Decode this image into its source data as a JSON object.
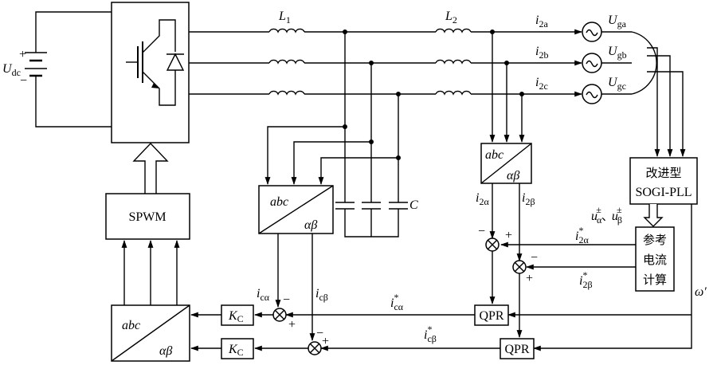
{
  "diagram": {
    "dc_source": {
      "main": "U",
      "sub": "dc",
      "plus": "+",
      "minus": "−"
    },
    "inductor_L1": {
      "main": "L",
      "sub": "1"
    },
    "inductor_L2": {
      "main": "L",
      "sub": "2"
    },
    "capacitor": "C",
    "grid_currents": [
      {
        "main": "i",
        "sub": "2a"
      },
      {
        "main": "i",
        "sub": "2b"
      },
      {
        "main": "i",
        "sub": "2c"
      }
    ],
    "grid_voltages": [
      {
        "main": "U",
        "sub": "ga"
      },
      {
        "main": "U",
        "sub": "gb"
      },
      {
        "main": "U",
        "sub": "gc"
      }
    ],
    "spwm": "SPWM",
    "pll": {
      "line1": "改进型",
      "line2": "SOGI-PLL"
    },
    "ref_calc": {
      "line1": "参考",
      "line2": "电流",
      "line3": "计算"
    },
    "transform": {
      "from": "abc",
      "to": "αβ"
    },
    "i2_alpha": {
      "main": "i",
      "sub": "2α"
    },
    "i2_beta": {
      "main": "i",
      "sub": "2β"
    },
    "ic_alpha": {
      "main": "i",
      "sub": "cα"
    },
    "ic_beta": {
      "main": "i",
      "sub": "cβ"
    },
    "i2_alpha_ref": {
      "main": "i",
      "sup": "*",
      "sub": "2α"
    },
    "i2_beta_ref": {
      "main": "i",
      "sup": "*",
      "sub": "2β"
    },
    "ic_alpha_ref": {
      "main": "i",
      "sup": "*",
      "sub": "cα"
    },
    "ic_beta_ref": {
      "main": "i",
      "sup": "*",
      "sub": "cβ"
    },
    "u_pm": {
      "u": "u",
      "pm": "±",
      "alpha": "α",
      "sep": "、",
      "beta": "β"
    },
    "omega": "ω′",
    "qpr": "QPR",
    "kc": {
      "main": "K",
      "sub": "C"
    },
    "signs": {
      "plus": "+",
      "minus": "−"
    }
  }
}
